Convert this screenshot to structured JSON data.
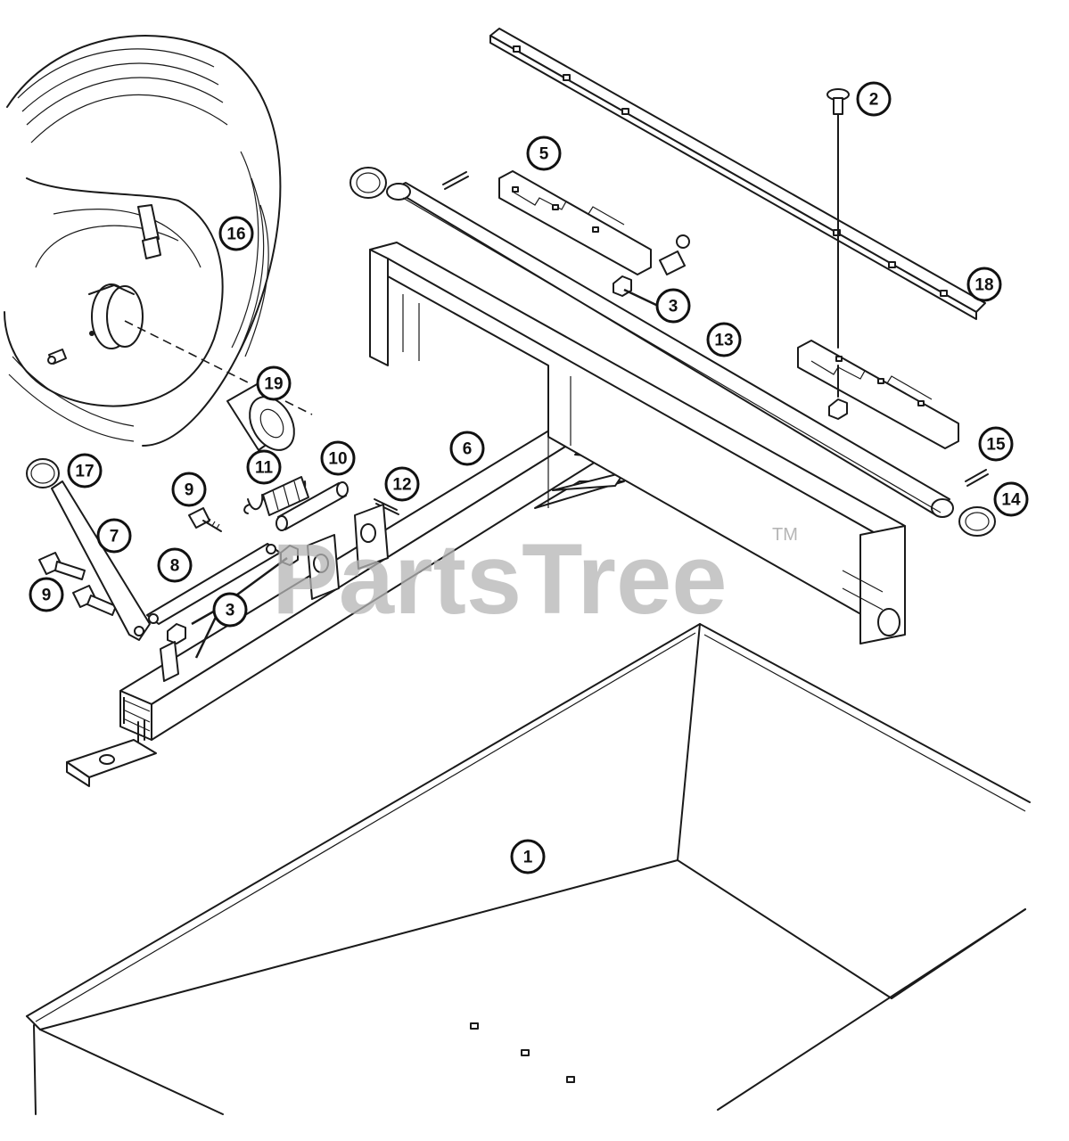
{
  "watermark": {
    "text": "PartsTree",
    "trademark": "TM"
  },
  "callouts": [
    {
      "id": "1",
      "label": "1"
    },
    {
      "id": "2",
      "label": "2"
    },
    {
      "id": "3a",
      "label": "3"
    },
    {
      "id": "3b",
      "label": "3"
    },
    {
      "id": "5",
      "label": "5"
    },
    {
      "id": "6",
      "label": "6"
    },
    {
      "id": "7",
      "label": "7"
    },
    {
      "id": "8",
      "label": "8"
    },
    {
      "id": "9a",
      "label": "9"
    },
    {
      "id": "9b",
      "label": "9"
    },
    {
      "id": "10",
      "label": "10"
    },
    {
      "id": "11",
      "label": "11"
    },
    {
      "id": "12",
      "label": "12"
    },
    {
      "id": "13",
      "label": "13"
    },
    {
      "id": "14",
      "label": "14"
    },
    {
      "id": "15",
      "label": "15"
    },
    {
      "id": "16",
      "label": "16"
    },
    {
      "id": "17",
      "label": "17"
    },
    {
      "id": "18",
      "label": "18"
    },
    {
      "id": "19",
      "label": "19"
    }
  ]
}
